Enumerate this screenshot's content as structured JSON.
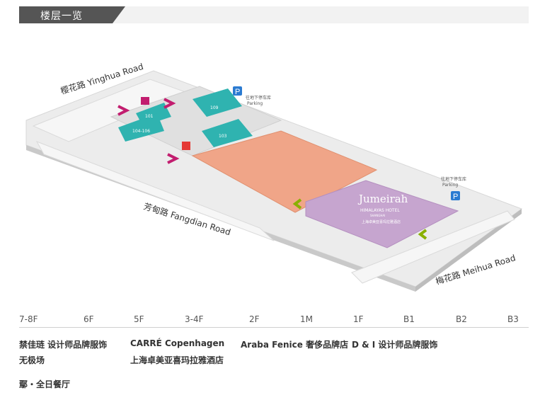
{
  "header": {
    "title": "楼层一览"
  },
  "map": {
    "roads": {
      "yinghua": "樱花路 Yinghua Road",
      "fangdian": "芳甸路 Fangdian Road",
      "meihua": "梅花路 Meihua Road"
    },
    "parking_top": {
      "cn": "往地下停车库",
      "en": "Parking"
    },
    "parking_right": {
      "cn": "往地下停车库",
      "en": "Parking"
    },
    "units": [
      "101",
      "104-106",
      "109",
      "103"
    ],
    "hotel": {
      "brand": "Jumeirah",
      "name": "HIMALAYAS HOTEL",
      "city": "SHANGHAI",
      "cn": "上海卓美亚喜玛拉雅酒店"
    }
  },
  "floors": [
    "7-8F",
    "6F",
    "5F",
    "3-4F",
    "2F",
    "1M",
    "1F",
    "B1",
    "B2",
    "B3"
  ],
  "stores": {
    "s1": "禁佳琏 设计师品牌服饰",
    "s2": "CARRÉ Copenhagen",
    "s3": "Araba Fenice 奢侈品牌店",
    "s4": "D & I 设计师品牌服饰",
    "s5": "无极场",
    "s6": "上海卓美亚喜玛拉雅酒店",
    "s7": "鄢・全日餐厅"
  }
}
